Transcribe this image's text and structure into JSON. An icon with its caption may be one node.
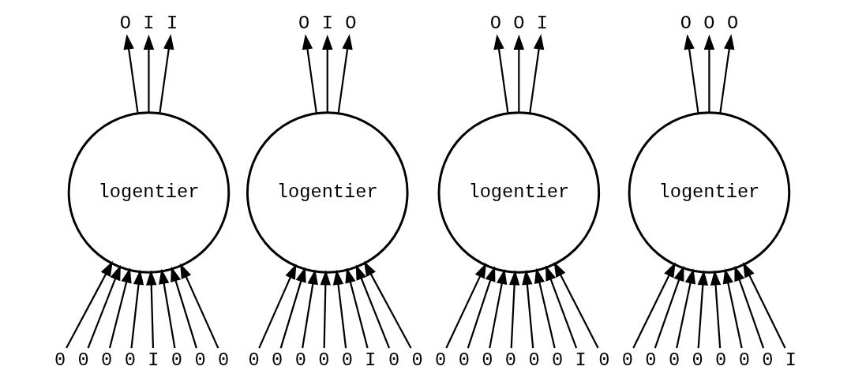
{
  "diagram": {
    "nodes": [
      {
        "text": [
          "O"
        ]
      },
      {
        "text": [
          "I"
        ]
      },
      {
        "text": [
          "I"
        ]
      },
      {
        "text": [
          "logentier"
        ]
      },
      {
        "text": [
          "0"
        ]
      },
      {
        "text": [
          "0"
        ]
      },
      {
        "text": [
          "0"
        ]
      },
      {
        "text": [
          "0"
        ]
      },
      {
        "text": [
          "I"
        ]
      },
      {
        "text": [
          "0"
        ]
      },
      {
        "text": [
          "0"
        ]
      },
      {
        "text": [
          "0"
        ]
      },
      {
        "text": [
          "O"
        ]
      },
      {
        "text": [
          "I"
        ]
      },
      {
        "text": [
          "O"
        ]
      },
      {
        "text": [
          "logentier"
        ]
      },
      {
        "text": [
          "0"
        ]
      },
      {
        "text": [
          "0"
        ]
      },
      {
        "text": [
          "0"
        ]
      },
      {
        "text": [
          "0"
        ]
      },
      {
        "text": [
          "0"
        ]
      },
      {
        "text": [
          "I"
        ]
      },
      {
        "text": [
          "0"
        ]
      },
      {
        "text": [
          "0"
        ]
      },
      {
        "text": [
          "O"
        ]
      },
      {
        "text": [
          "O"
        ]
      },
      {
        "text": [
          "I"
        ]
      },
      {
        "text": [
          "logentier"
        ]
      },
      {
        "text": [
          "0"
        ]
      },
      {
        "text": [
          "0"
        ]
      },
      {
        "text": [
          "0"
        ]
      },
      {
        "text": [
          "0"
        ]
      },
      {
        "text": [
          "0"
        ]
      },
      {
        "text": [
          "0"
        ]
      },
      {
        "text": [
          "I"
        ]
      },
      {
        "text": [
          "0"
        ]
      },
      {
        "text": [
          "O"
        ]
      },
      {
        "text": [
          "O"
        ]
      },
      {
        "text": [
          "O"
        ]
      },
      {
        "text": [
          "logentier"
        ]
      },
      {
        "text": [
          "0"
        ]
      },
      {
        "text": [
          "0"
        ]
      },
      {
        "text": [
          "0"
        ]
      },
      {
        "text": [
          "0"
        ]
      },
      {
        "text": [
          "0"
        ]
      },
      {
        "text": [
          "0"
        ]
      },
      {
        "text": [
          "0"
        ]
      },
      {
        "text": [
          "I"
        ]
      }
    ],
    "edges": [
      {
        "from": 3,
        "to": 0,
        "arrow": "to"
      },
      {
        "from": 3,
        "to": 1,
        "arrow": "to"
      },
      {
        "from": 3,
        "to": 2,
        "arrow": "to"
      },
      {
        "from": 4,
        "to": 3,
        "arrow": "to"
      },
      {
        "from": 5,
        "to": 3,
        "arrow": "to"
      },
      {
        "from": 6,
        "to": 3,
        "arrow": "to"
      },
      {
        "from": 7,
        "to": 3,
        "arrow": "to"
      },
      {
        "from": 8,
        "to": 3,
        "arrow": "to"
      },
      {
        "from": 9,
        "to": 3,
        "arrow": "to"
      },
      {
        "from": 10,
        "to": 3,
        "arrow": "to"
      },
      {
        "from": 11,
        "to": 3,
        "arrow": "to"
      },
      {
        "from": 15,
        "to": 12,
        "arrow": "to"
      },
      {
        "from": 15,
        "to": 13,
        "arrow": "to"
      },
      {
        "from": 15,
        "to": 14,
        "arrow": "to"
      },
      {
        "from": 16,
        "to": 15,
        "arrow": "to"
      },
      {
        "from": 17,
        "to": 15,
        "arrow": "to"
      },
      {
        "from": 18,
        "to": 15,
        "arrow": "to"
      },
      {
        "from": 19,
        "to": 15,
        "arrow": "to"
      },
      {
        "from": 20,
        "to": 15,
        "arrow": "to"
      },
      {
        "from": 21,
        "to": 15,
        "arrow": "to"
      },
      {
        "from": 22,
        "to": 15,
        "arrow": "to"
      },
      {
        "from": 23,
        "to": 15,
        "arrow": "to"
      },
      {
        "from": 27,
        "to": 24,
        "arrow": "to"
      },
      {
        "from": 27,
        "to": 25,
        "arrow": "to"
      },
      {
        "from": 27,
        "to": 26,
        "arrow": "to"
      },
      {
        "from": 28,
        "to": 27,
        "arrow": "to"
      },
      {
        "from": 29,
        "to": 27,
        "arrow": "to"
      },
      {
        "from": 30,
        "to": 27,
        "arrow": "to"
      },
      {
        "from": 31,
        "to": 27,
        "arrow": "to"
      },
      {
        "from": 32,
        "to": 27,
        "arrow": "to"
      },
      {
        "from": 33,
        "to": 27,
        "arrow": "to"
      },
      {
        "from": 34,
        "to": 27,
        "arrow": "to"
      },
      {
        "from": 35,
        "to": 27,
        "arrow": "to"
      },
      {
        "from": 39,
        "to": 36,
        "arrow": "to"
      },
      {
        "from": 39,
        "to": 37,
        "arrow": "to"
      },
      {
        "from": 39,
        "to": 38,
        "arrow": "to"
      },
      {
        "from": 40,
        "to": 39,
        "arrow": "to"
      },
      {
        "from": 41,
        "to": 39,
        "arrow": "to"
      },
      {
        "from": 42,
        "to": 39,
        "arrow": "to"
      },
      {
        "from": 43,
        "to": 39,
        "arrow": "to"
      },
      {
        "from": 44,
        "to": 39,
        "arrow": "to"
      },
      {
        "from": 45,
        "to": 39,
        "arrow": "to"
      },
      {
        "from": 46,
        "to": 39,
        "arrow": "to"
      },
      {
        "from": 47,
        "to": 39,
        "arrow": "to"
      }
    ]
  }
}
